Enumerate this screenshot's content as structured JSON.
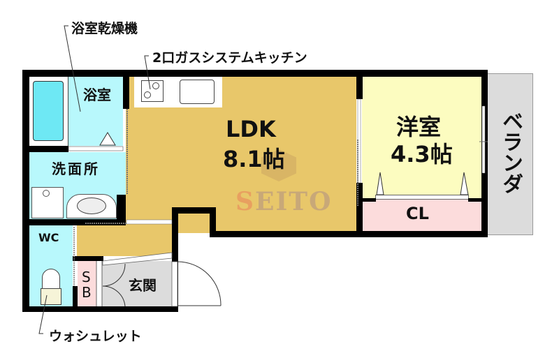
{
  "callouts": {
    "bathroom_dryer": "浴室乾燥機",
    "gas_system_kitchen": "2口ガスシステムキッチン",
    "washlet": "ウォシュレット"
  },
  "rooms": {
    "bathroom": {
      "label": "浴室",
      "color": "#b8f8fc"
    },
    "washroom": {
      "label": "洗面所",
      "color": "#b8f8fc"
    },
    "wc": {
      "label": "WC",
      "color": "#b8f8fc"
    },
    "ldk": {
      "label": "LDK",
      "size": "8.1帖",
      "color": "#e8c76a"
    },
    "western_room": {
      "label": "洋室",
      "size": "4.3帖",
      "color": "#fcfcc0"
    },
    "closet": {
      "label": "CL",
      "color": "#fcdcdc"
    },
    "shoe_box": {
      "label_line1": "S",
      "label_line2": "B",
      "color": "#fcdcdc"
    },
    "entrance": {
      "label": "玄関",
      "color": "#dcdcdc"
    },
    "veranda": {
      "label": "ベランダ",
      "color": "#dcdcdc"
    }
  },
  "watermark": {
    "text": "SEITO",
    "first_letter": "S",
    "rest": "EITO",
    "first_color": "#e8a060",
    "rest_color": "#c8a878"
  }
}
